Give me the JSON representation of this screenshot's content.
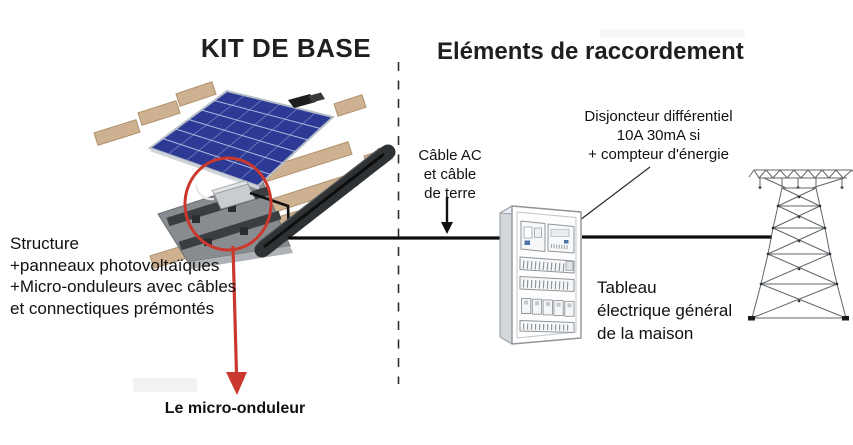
{
  "titles": {
    "kit": "KIT DE BASE",
    "elements": "Eléments de raccordement"
  },
  "labels": {
    "cable_ac_lines": [
      "Câble AC",
      "et câble",
      "de terre"
    ],
    "disjoncteur_lines": [
      "Disjoncteur différentiel",
      "10A 30mA si",
      "+ compteur d'énergie"
    ],
    "structure_lines": [
      "Structure",
      "+panneaux photovoltaïques",
      "+Micro-onduleurs avec câbles",
      "et connectiques prémontés"
    ],
    "tableau_lines": [
      "Tableau",
      "électrique général",
      "de la maison"
    ],
    "micro_onduleur": "Le micro-onduleur"
  },
  "icons": {
    "solar_roof": "solar-roof-assembly-illustration",
    "pv_panel": "photovoltaic-panel",
    "micro_inverter": "micro-inverter-box",
    "electrical_panel": "electrical-distribution-board",
    "transmission_tower": "transmission-tower",
    "red_circle": "highlight-circle",
    "red_arrow": "pointer-arrow-down",
    "divider": "dashed-divider-line",
    "cable": "ac-cable-line"
  },
  "colors": {
    "panel_blue": "#2c3a96",
    "panel_grid": "#9aa6d6",
    "wood_tan": "#cdb190",
    "wood_edge": "#b0916c",
    "plate_gray": "#888c90",
    "rail_dark": "#3b3e41",
    "bar_dark": "#2f3234",
    "inverter_gray": "#c9ccd0",
    "highlight_red": "#cb392e",
    "cable_black": "#0d0d0d",
    "outline_gray": "#8f959b",
    "tower_gray": "#61666a",
    "text_dark": "#1f1f1f"
  }
}
